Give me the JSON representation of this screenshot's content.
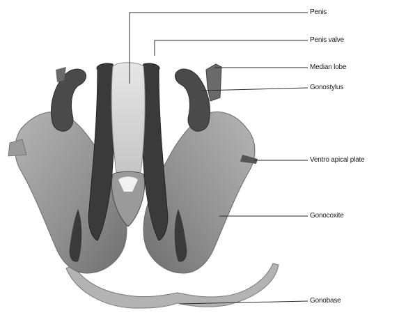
{
  "labels": {
    "penis": "Penis",
    "penis_valve": "Penis valve",
    "median_lobe": "Median lobe",
    "gonostylus": "Gonostylus",
    "ventro_apical_plate": "Ventro apical plate",
    "gonocoxite": "Gonocoxite",
    "gonobase": "Gonobase"
  },
  "colors": {
    "leader_line": "#2a2a2a",
    "specimen_light": "#c9c9c9",
    "specimen_mid": "#8c8c8c",
    "specimen_dark": "#3d3d3d",
    "background": "#ffffff"
  }
}
